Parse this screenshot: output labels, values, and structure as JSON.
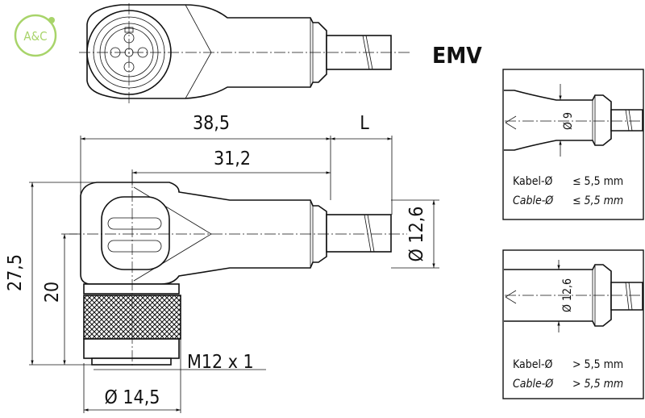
{
  "logo": {
    "text": "A&C",
    "color": "#a8d46a"
  },
  "title": "EMV",
  "dimensions": {
    "overall_length": "38,5",
    "cable_length": "L",
    "body_length": "31,2",
    "cable_diameter": "Ø 12,6",
    "total_height": "27,5",
    "height_20": "20",
    "thread": "M12 x 1",
    "nut_diameter": "Ø 14,5"
  },
  "detail_small": {
    "diameter": "Ø 9",
    "label_de": "Kabel-Ø",
    "label_en": "Cable-Ø",
    "condition_de": "≤ 5,5 mm",
    "condition_en": "≤ 5,5 mm"
  },
  "detail_large": {
    "diameter": "Ø 12,6",
    "label_de": "Kabel-Ø",
    "label_en": "Cable-Ø",
    "condition_de": "> 5,5 mm",
    "condition_en": "> 5,5 mm"
  }
}
